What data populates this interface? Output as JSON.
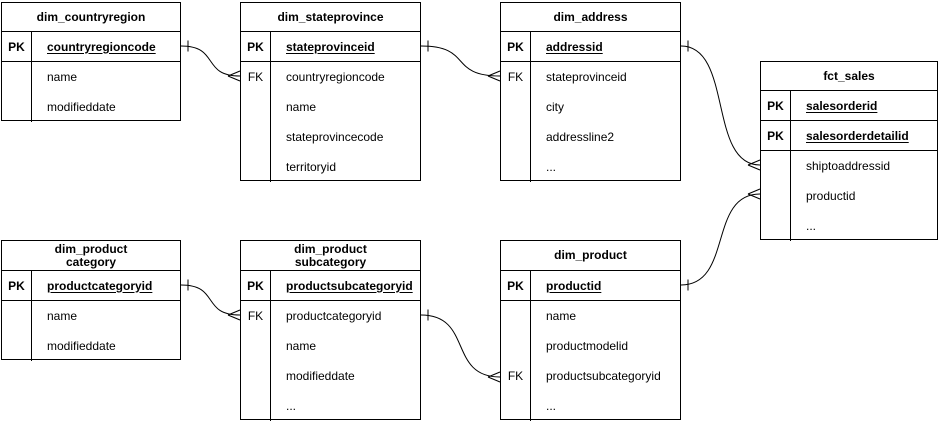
{
  "tables": [
    {
      "title": "dim_countryregion",
      "rows": [
        {
          "key": "PK",
          "field": "countryregioncode"
        },
        {
          "key": "",
          "field": "name"
        },
        {
          "key": "",
          "field": "modifieddate"
        }
      ]
    },
    {
      "title": "dim_stateprovince",
      "rows": [
        {
          "key": "PK",
          "field": "stateprovinceid"
        },
        {
          "key": "FK",
          "field": "countryregioncode"
        },
        {
          "key": "",
          "field": "name"
        },
        {
          "key": "",
          "field": "stateprovincecode"
        },
        {
          "key": "",
          "field": "territoryid"
        }
      ]
    },
    {
      "title": "dim_address",
      "rows": [
        {
          "key": "PK",
          "field": "addressid"
        },
        {
          "key": "FK",
          "field": "stateprovinceid"
        },
        {
          "key": "",
          "field": "city"
        },
        {
          "key": "",
          "field": "addressline2"
        },
        {
          "key": "",
          "field": "..."
        }
      ]
    },
    {
      "title": "fct_sales",
      "rows": [
        {
          "key": "PK",
          "field": "salesorderid"
        },
        {
          "key": "PK",
          "field": "salesorderdetailid"
        },
        {
          "key": "",
          "field": "shiptoaddressid"
        },
        {
          "key": "",
          "field": "productid"
        },
        {
          "key": "",
          "field": "..."
        }
      ]
    },
    {
      "title": "dim_product\ncategory",
      "rows": [
        {
          "key": "PK",
          "field": "productcategoryid"
        },
        {
          "key": "",
          "field": "name"
        },
        {
          "key": "",
          "field": "modifieddate"
        }
      ]
    },
    {
      "title": "dim_product\nsubcategory",
      "rows": [
        {
          "key": "PK",
          "field": "productsubcategoryid"
        },
        {
          "key": "FK",
          "field": "productcategoryid"
        },
        {
          "key": "",
          "field": "name"
        },
        {
          "key": "",
          "field": "modifieddate"
        },
        {
          "key": "",
          "field": "..."
        }
      ]
    },
    {
      "title": "dim_product",
      "rows": [
        {
          "key": "PK",
          "field": "productid"
        },
        {
          "key": "",
          "field": "name"
        },
        {
          "key": "",
          "field": "productmodelid"
        },
        {
          "key": "FK",
          "field": "productsubcategoryid"
        },
        {
          "key": "",
          "field": "..."
        }
      ]
    }
  ],
  "relationships": [
    {
      "from": "dim_countryregion.countryregioncode",
      "to": "dim_stateprovince.countryregioncode",
      "cardinality": "one-to-many"
    },
    {
      "from": "dim_stateprovince.stateprovinceid",
      "to": "dim_address.stateprovinceid",
      "cardinality": "one-to-many"
    },
    {
      "from": "dim_address.addressid",
      "to": "fct_sales.shiptoaddressid",
      "cardinality": "one-to-many"
    },
    {
      "from": "dim_product.productid",
      "to": "fct_sales.productid",
      "cardinality": "one-to-many"
    },
    {
      "from": "dim_productcategory.productcategoryid",
      "to": "dim_productsubcategory.productcategoryid",
      "cardinality": "one-to-many"
    },
    {
      "from": "dim_productsubcategory.productsubcategoryid",
      "to": "dim_product.productsubcategoryid",
      "cardinality": "one-to-many"
    }
  ],
  "colors": {
    "line": "#000000",
    "background": "#ffffff"
  }
}
